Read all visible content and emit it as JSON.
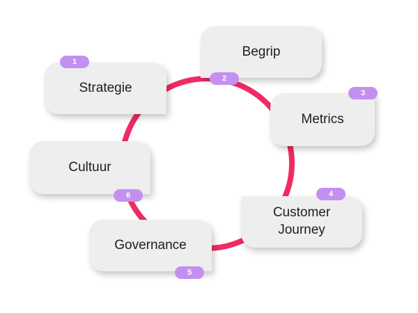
{
  "colors": {
    "ring": "#ee2c63",
    "badge": "#c390f0",
    "card": "#eeeeee",
    "text": "#1d1d1d"
  },
  "steps": [
    {
      "number": "1",
      "label": "Strategie"
    },
    {
      "number": "2",
      "label": "Begrip"
    },
    {
      "number": "3",
      "label": "Metrics"
    },
    {
      "number": "4",
      "label": "Customer Journey"
    },
    {
      "number": "5",
      "label": "Governance"
    },
    {
      "number": "6",
      "label": "Cultuur"
    }
  ]
}
